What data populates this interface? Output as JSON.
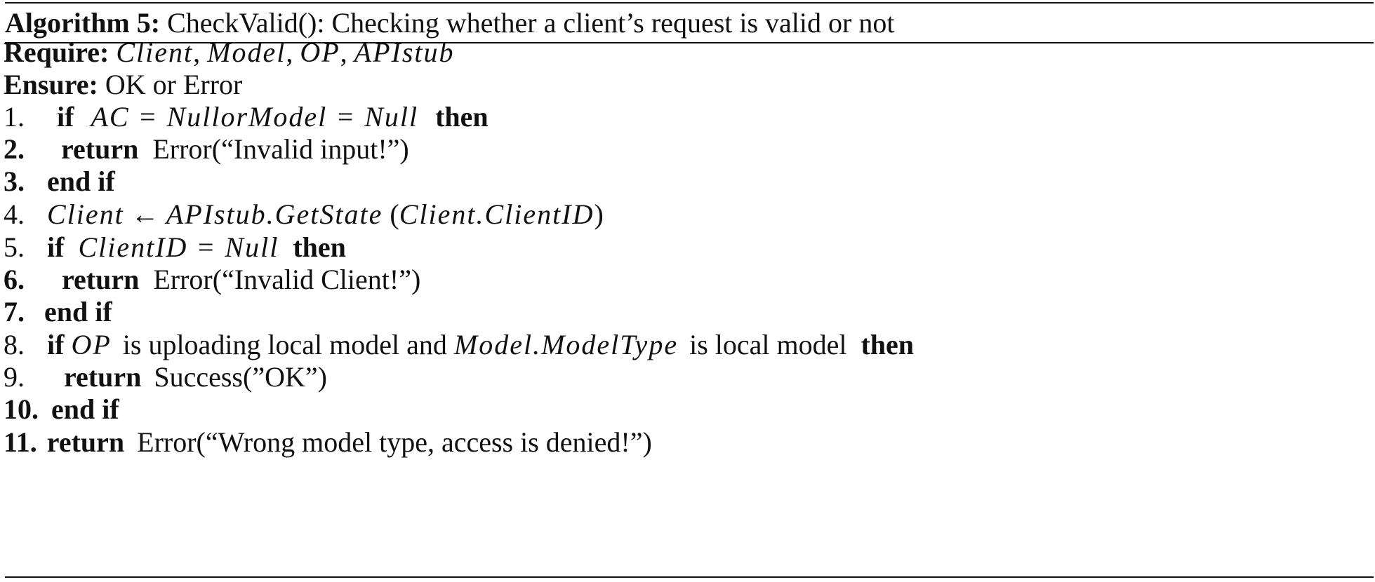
{
  "algorithm": {
    "label": "Algorithm 5:",
    "title": "CheckValid(): Checking whether a client’s request is valid or not"
  },
  "require": {
    "label": "Require:",
    "vars": [
      "Client",
      "Model",
      "OP",
      "APIstub"
    ],
    "sep": ","
  },
  "ensure": {
    "label": "Ensure:",
    "text": "OK or Error"
  },
  "lines": [
    {
      "num": "1.",
      "kw1": "if",
      "expr": "AC = NullorModel = Null",
      "kw2": "then"
    },
    {
      "num": "2.",
      "kw1": "return",
      "text": "Error(“Invalid input!”)"
    },
    {
      "num": "3.",
      "kw1": "end if"
    },
    {
      "num": "4.",
      "lhs": "Client",
      "arrow": "←",
      "call": "APIstub.GetState",
      "arg": "Client.ClientID"
    },
    {
      "num": "5.",
      "kw1": "if",
      "expr": "ClientID = Null",
      "kw2": "then"
    },
    {
      "num": "6.",
      "kw1": "return",
      "text": "Error(“Invalid Client!”)"
    },
    {
      "num": "7.",
      "kw1": "end if"
    },
    {
      "num": "8.",
      "kw1": "if",
      "expr1": "OP",
      "mid1": "is uploading local model and",
      "expr2": "Model.ModelType",
      "mid2": "is local model",
      "kw2": "then"
    },
    {
      "num": "9.",
      "kw1": "return",
      "text": "Success(”OK”)"
    },
    {
      "num": "10.",
      "kw1": "end if"
    },
    {
      "num": "11.",
      "kw1": "return",
      "text": "Error(“Wrong model type, access is denied!”)"
    }
  ]
}
